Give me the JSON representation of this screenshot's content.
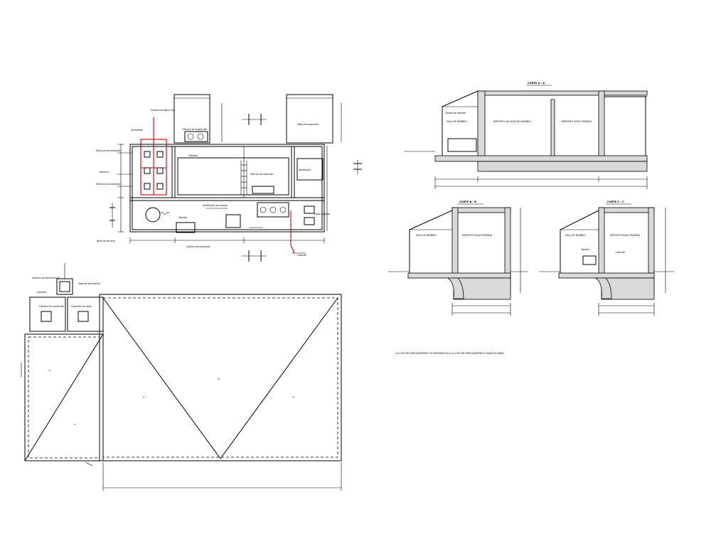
{
  "plan": {
    "labels": [
      "Cañería de agua fría",
      "Acometida",
      "Toma de alimentación",
      "Reserva",
      "Cámara de inspección",
      "Tapa de inspección",
      "Toma de alimentación",
      "Ventilación",
      "Válvula de retención",
      "Flotante",
      "Ventilación de tanque",
      "Bomba",
      "Cañería de impulsión",
      "Llave de paso",
      "Colector",
      "Nivel de terreno"
    ]
  },
  "roof": {
    "labels": [
      "Cámara de alimentación",
      "Tubo de ventilación",
      "Colector",
      "Cámara de inspección",
      "Conexión de toma"
    ]
  },
  "sections": {
    "a_title": "CORTE A - A",
    "b_title": "CORTE B - B",
    "c_title": "CORTE C - C",
    "a_labels": [
      "Caseta de registro",
      "SALA DE BOMBEO",
      "DEPÓSITO DE AGUA DE BOMBEO",
      "DEPÓSITO AGUA TRATADA"
    ],
    "b_labels": [
      "SALA DE BOMBEO",
      "DEPÓSITO AGUA TRATADA"
    ],
    "c_labels": [
      "SALA DE BOMBEO",
      "DEPÓSITO AGUA TRATADA",
      "Bomba",
      "Colector"
    ]
  },
  "note": "LA COTA DE EMPLAZAMIENTO SE REFERENCIA A LA COTA DE EMPLAZAMIENTO FIJADA EN OBRA"
}
